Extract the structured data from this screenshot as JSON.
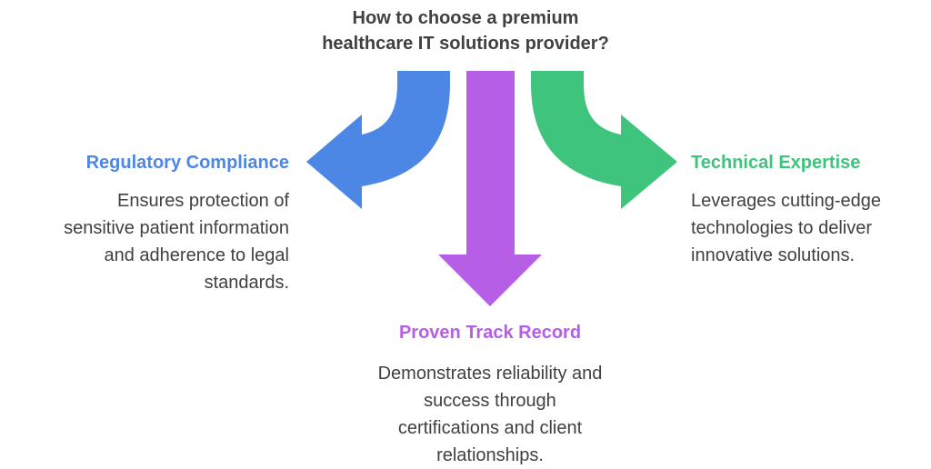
{
  "title": {
    "line1": "How to choose a premium",
    "line2": "healthcare IT solutions provider?"
  },
  "colors": {
    "left": "#4d87e6",
    "center": "#b65ee6",
    "right": "#3fc47d",
    "text": "#404040"
  },
  "branches": {
    "left": {
      "heading": "Regulatory Compliance",
      "desc": [
        "Ensures protection of",
        "sensitive patient information",
        "and adherence to legal",
        "standards."
      ]
    },
    "right": {
      "heading": "Technical Expertise",
      "desc": [
        "Leverages cutting-edge",
        "technologies to deliver",
        "innovative solutions."
      ]
    },
    "bottom": {
      "heading": "Proven Track Record",
      "desc": [
        "Demonstrates reliability and",
        "success through",
        "certifications and client",
        "relationships."
      ]
    }
  }
}
